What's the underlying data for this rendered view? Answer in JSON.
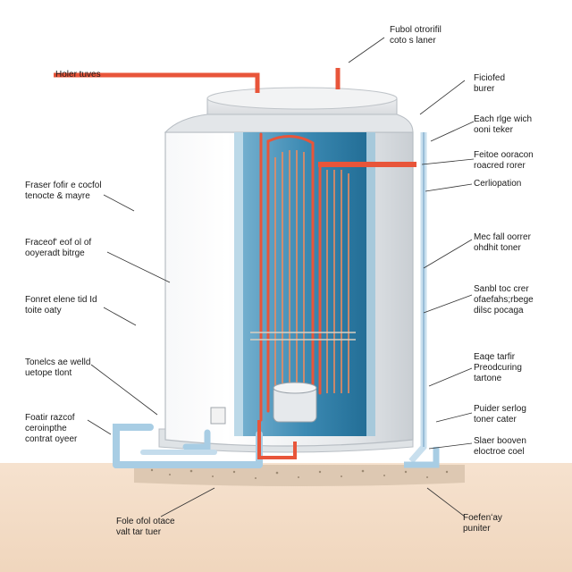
{
  "colors": {
    "hot_pipe": "#e8553a",
    "cold_pipe": "#9ec8e4",
    "tank_body": "#eef0f2",
    "tank_core": "#2f7fa8",
    "ground": "#f3dcc6",
    "gravel": "#b9a58d"
  },
  "labels": {
    "top_center": [
      "Fubol otrorifil",
      "coto s laner"
    ],
    "top_left": [
      "Holer tuves"
    ],
    "right_1": [
      "Ficiofed",
      "burer"
    ],
    "right_2": [
      "Each rlge wich",
      "ooni teker"
    ],
    "right_3": [
      "Feitoe ooracon",
      "roacred rorer"
    ],
    "right_4": [
      "Cerliopation"
    ],
    "right_5": [
      "Mec fall oorrer",
      "ohdhit toner"
    ],
    "right_6": [
      "Sanbl toc crer",
      "ofaefahs;rbege",
      "dilsc pocaga"
    ],
    "right_7": [
      "Eaqe tarfir",
      "Preodcuring",
      "tartone"
    ],
    "right_8": [
      "Puider serlog",
      "toner cater"
    ],
    "right_9": [
      "Slaer booven",
      "eloctroe coel"
    ],
    "left_1": [
      "Fraser fofir e cocfol",
      "tenocte & mayre"
    ],
    "left_2": [
      "Fraceof' eof ol of",
      "ooyeradt bitrge"
    ],
    "left_3": [
      "Fonret elene tid Id",
      "toite oaty"
    ],
    "left_4": [
      "Tonelcs ae welld",
      "uetope tlont"
    ],
    "left_5": [
      "Foatir razcof",
      "ceroinpthe",
      "contrat oyeer"
    ],
    "bottom_left": [
      "Fole ofol otace",
      "valt tar tuer"
    ],
    "bottom_right": [
      "Foefenʻay",
      "puniter"
    ]
  }
}
